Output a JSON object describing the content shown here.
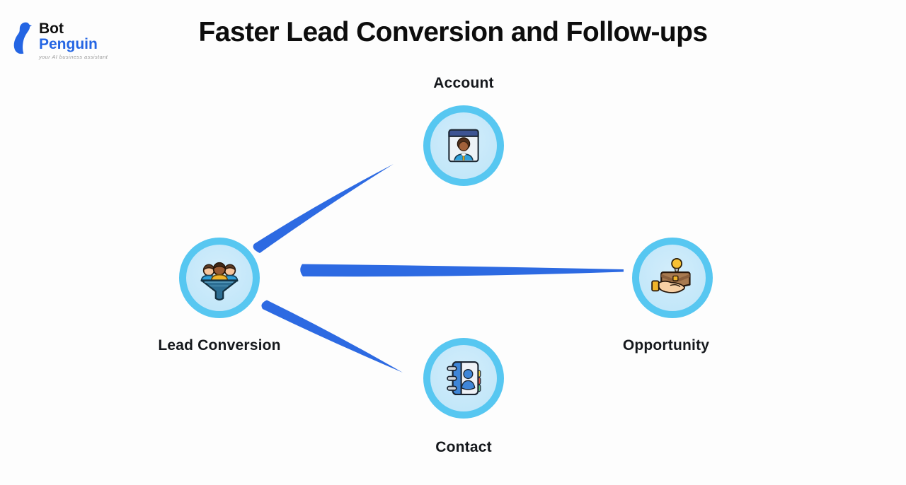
{
  "title": "Faster Lead Conversion and Follow-ups",
  "logo": {
    "bot": "Bot",
    "penguin": "Penguin",
    "tagline": "your AI business assistant"
  },
  "nodes": [
    {
      "id": "lead-conversion",
      "label": "Lead Conversion",
      "icon": "lead-funnel-icon"
    },
    {
      "id": "account",
      "label": "Account",
      "icon": "account-profile-icon"
    },
    {
      "id": "opportunity",
      "label": "Opportunity",
      "icon": "opportunity-briefcase-icon"
    },
    {
      "id": "contact",
      "label": "Contact",
      "icon": "contact-book-icon"
    }
  ],
  "connections": [
    {
      "from": "Lead Conversion",
      "to": "Account"
    },
    {
      "from": "Lead Conversion",
      "to": "Opportunity"
    },
    {
      "from": "Lead Conversion",
      "to": "Contact"
    }
  ],
  "colors": {
    "arrow": "#2d6ae2",
    "node_ring": "#57c7f1",
    "node_fill": "#c3e7f9",
    "logo_blue": "#2465e3",
    "title_text": "#0d0d0d",
    "label_text": "#15181c",
    "tagline_text": "#9b9b9b",
    "background": "#fdfdfd"
  }
}
